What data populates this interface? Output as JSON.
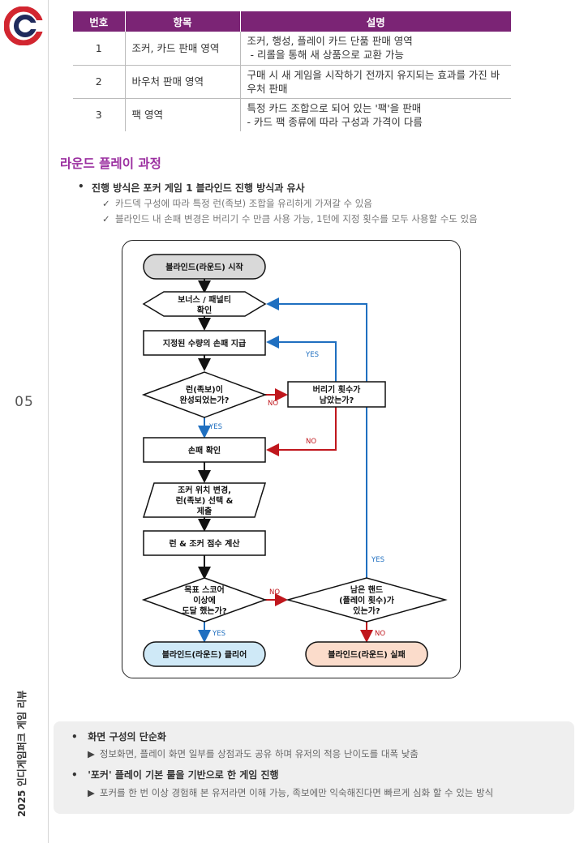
{
  "side": {
    "page_number": "05",
    "vertical_title": "2025 인디게임퍼크 게임 리뷰"
  },
  "table": {
    "headers": [
      "번호",
      "항목",
      "설명"
    ],
    "rows": [
      {
        "num": "1",
        "item": "조커, 카드 판매 영역",
        "desc": [
          "조커, 행성, 플레이 카드 단품 판매 영역",
          " - 리롤을 통해 새 상품으로 교환 가능"
        ]
      },
      {
        "num": "2",
        "item": "바우처 판매 영역",
        "desc": [
          "구매 시 새 게임을 시작하기 전까지 유지되는 효과를 가진 바",
          "우처 판매"
        ]
      },
      {
        "num": "3",
        "item": "팩 영역",
        "desc": [
          "특정 카드 조합으로 되어 있는 '팩'을 판매",
          "- 카드 팩 종류에 따라 구성과 가격이 다름"
        ]
      }
    ]
  },
  "section": {
    "title": "라운드 플레이 과정",
    "bullet": "진행 방식은 포커 게임 1 블라인드 진행 방식과 유사",
    "checks": [
      "카드덱 구성에 따라 특정 런(족보) 조합을 유리하게 가져갈 수 있음",
      "블라인드 내 손패 변경은 버리기 수 만큼 사용 가능, 1턴에 지정 횟수를 모두 사용할 수도 있음"
    ]
  },
  "flowchart": {
    "start": "블라인드(라운드) 시작",
    "bonus": [
      "보너스 / 패널티",
      "확인"
    ],
    "deal": "지정된 수량의 손패 지급",
    "run_check": [
      "런(족보)이",
      "완성되었는가?"
    ],
    "discard_check": [
      "버리기 횟수가",
      "남았는가?"
    ],
    "hand_check": "손패 확인",
    "select": [
      "조커 위치 변경,",
      "런(족보) 선택 &",
      "제출"
    ],
    "score": "런 & 조커 점수 계산",
    "target_check": [
      "목표 스코어",
      "이상에",
      "도달 했는가?"
    ],
    "hands_left": [
      "남은 핸드",
      "(플레이 횟수)가",
      "있는가?"
    ],
    "clear": "블라인드(라운드) 클리어",
    "fail": "블라인드(라운드) 실패",
    "yes": "YES",
    "no": "NO"
  },
  "note": {
    "items": [
      {
        "title": "화면 구성의 단순화",
        "sub": "정보화면, 플레이 화면 일부를 상점과도 공유 하며 유저의 적응 난이도를 대폭 낮춤"
      },
      {
        "title": "'포커' 플레이 기본 룰을 기반으로 한 게임 진행",
        "sub": "포커를 한 번 이상 경험해 본 유저라면 이해 가능, 족보에만 익숙해진다면 빠르게 심화 할 수 있는 방식"
      }
    ]
  },
  "colors": {
    "header_purple": "#7b2475",
    "title_purple": "#9b2fa0",
    "yes_blue": "#1f6fc0",
    "no_red": "#c0171d",
    "logo_red": "#d22630",
    "logo_navy": "#1f2a5c"
  }
}
